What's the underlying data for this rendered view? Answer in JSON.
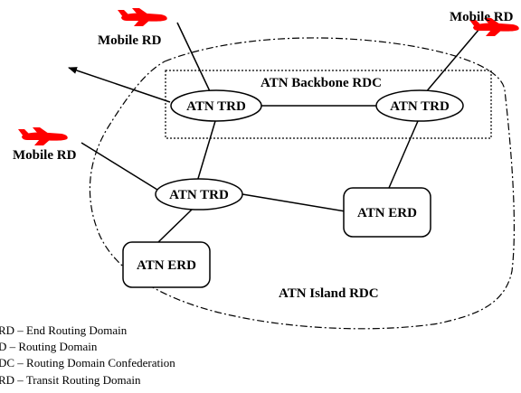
{
  "backbone_label": "ATN Backbone RDC",
  "island_label": "ATN Island RDC",
  "nodes": {
    "trd_left": "ATN TRD",
    "trd_right": "ATN TRD",
    "trd_center": "ATN TRD",
    "erd_right": "ATN  ERD",
    "erd_left": "ATN  ERD"
  },
  "mobile": {
    "top_left": "Mobile RD",
    "top_right": "Mobile RD",
    "middle_left": "Mobile RD"
  },
  "legend": [
    "RD – End Routing Domain",
    "D – Routing Domain",
    "DC – Routing Domain Confederation",
    "RD – Transit Routing Domain"
  ],
  "colors": {
    "aircraft": "#ff0000",
    "lines": "#000000",
    "background": "#ffffff"
  },
  "icons": [
    "airplane-icon"
  ]
}
